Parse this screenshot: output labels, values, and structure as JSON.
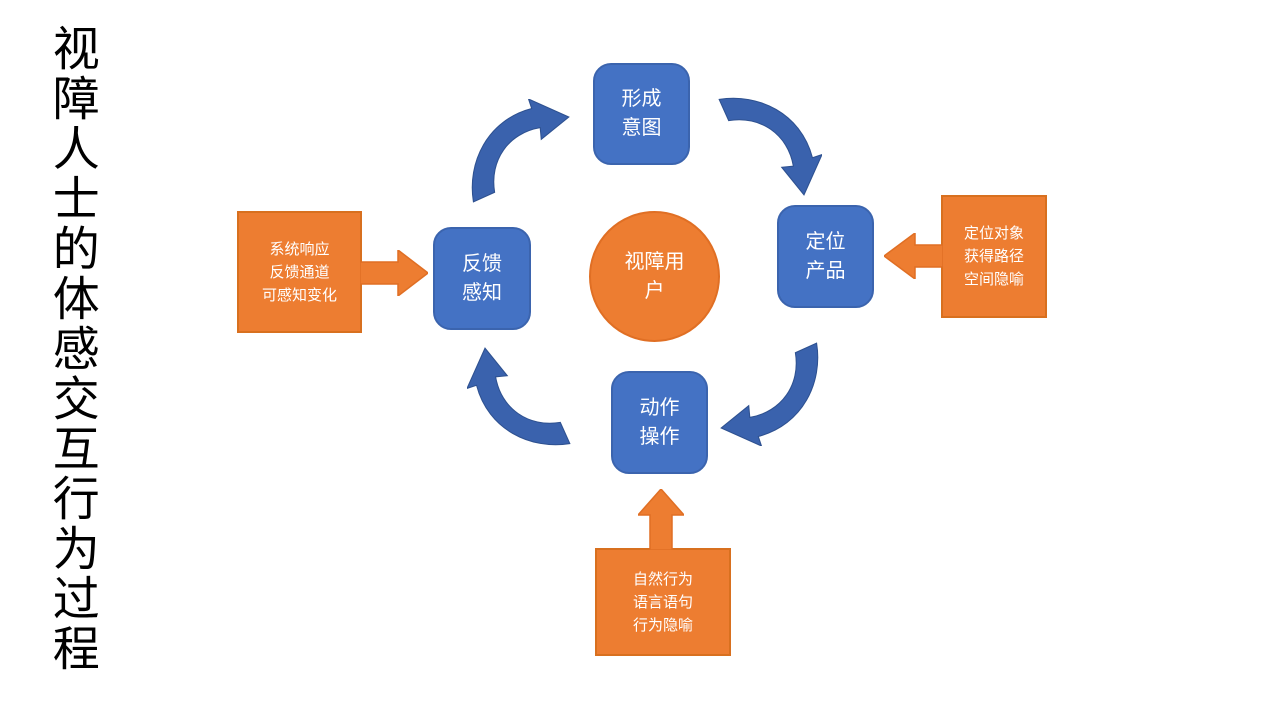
{
  "title": {
    "text": "视障人士的体感交互行为过程"
  },
  "colors": {
    "background": "#FFFFFF",
    "node_blue": "#4472C4",
    "node_blue_border": "#3B64AE",
    "cycle_arrow_blue": "#3A62AD",
    "orange": "#ED7D31",
    "orange_border": "#D8701F",
    "title_text": "#000000",
    "shape_text": "#FFFFFF"
  },
  "diagram": {
    "center": {
      "label": "视障用户",
      "lines": [
        "视障用",
        "户"
      ]
    },
    "nodes": [
      {
        "id": "form-intention",
        "position": "top",
        "label": "形成意图",
        "lines": [
          "形成",
          "意图"
        ]
      },
      {
        "id": "locate-product",
        "position": "right",
        "label": "定位产品",
        "lines": [
          "定位",
          "产品"
        ]
      },
      {
        "id": "action-operation",
        "position": "bottom",
        "label": "动作操作",
        "lines": [
          "动作",
          "操作"
        ]
      },
      {
        "id": "feedback-perception",
        "position": "left",
        "label": "反馈感知",
        "lines": [
          "反馈",
          "感知"
        ]
      }
    ],
    "cycle": {
      "direction": "clockwise",
      "arrows": [
        {
          "id": "top-left",
          "from": "反馈感知",
          "to": "形成意图"
        },
        {
          "id": "top-right",
          "from": "形成意图",
          "to": "定位产品"
        },
        {
          "id": "bottom-right",
          "from": "定位产品",
          "to": "动作操作"
        },
        {
          "id": "bottom-left",
          "from": "动作操作",
          "to": "反馈感知"
        }
      ]
    },
    "callouts": [
      {
        "id": "left",
        "lines": [
          "系统响应",
          "反馈通道",
          "可感知变化"
        ],
        "arrow_direction": "right",
        "points_to": "反馈感知"
      },
      {
        "id": "right",
        "lines": [
          "定位对象",
          "获得路径",
          "空间隐喻"
        ],
        "arrow_direction": "left",
        "points_to": "定位产品"
      },
      {
        "id": "bottom",
        "lines": [
          "自然行为",
          "语言语句",
          "行为隐喻"
        ],
        "arrow_direction": "up",
        "points_to": "动作操作"
      }
    ]
  }
}
